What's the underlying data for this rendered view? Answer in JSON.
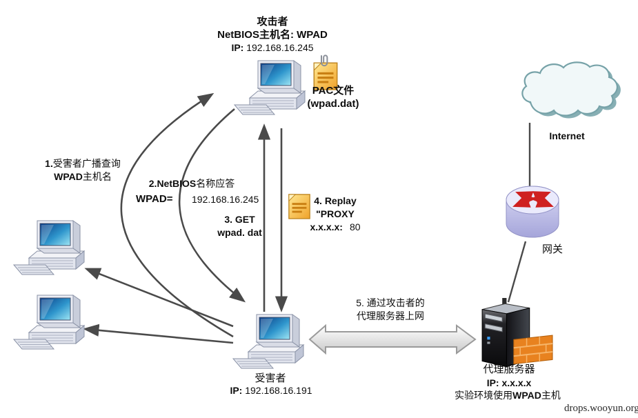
{
  "attacker": {
    "title": "攻击者",
    "netbios_label": "NetBIOS",
    "netbios_mid": "主机名: ",
    "netbios_value": "WPAD",
    "ip_label": "IP:",
    "ip_value": "192.168.16.245"
  },
  "pac_file": {
    "line1": "PAC文件",
    "line2": "(wpad.dat)"
  },
  "victim": {
    "title": "受害者",
    "ip_label": "IP:",
    "ip_value": "192.168.16.191"
  },
  "internet_label": "Internet",
  "gateway_label": "网关",
  "proxy": {
    "title": "代理服务器",
    "ip_label": "IP:",
    "ip_value": "x.x.x.x",
    "note_pre": "实验环境使用",
    "note_bold": "WPAD",
    "note_post": "主机"
  },
  "steps": {
    "s1_num": "1.",
    "s1_text": "受害者广播查询",
    "s1_line2_bold": "WPAD",
    "s1_line2_rest": "主机名",
    "s2_bold": "2.NetBIOS",
    "s2_rest": "名称应答",
    "s2_label": "WPAD=",
    "s2_value": "192.168.16.245",
    "s3_line1": "3. GET",
    "s3_line2": "wpad. dat",
    "s4_line1": "4. Replay",
    "s4_line2": "\"PROXY",
    "s4_addr": "x.x.x.x:",
    "s4_port": "80",
    "s5_line1": "5. 通过攻击者的",
    "s5_line2": "代理服务器上网"
  },
  "watermark": "drops.wooyun.org",
  "colors": {
    "arrow_gray": "#4a4a4a",
    "router_red_arrow": "#cf2020",
    "doc_yellow": "#f5b030",
    "cloud_stroke": "#76a2a8",
    "router_lavender": "#c9c9ee",
    "firewall_orange": "#e8821f",
    "server_black": "#141414",
    "screen_blue": "#0a3c86"
  }
}
